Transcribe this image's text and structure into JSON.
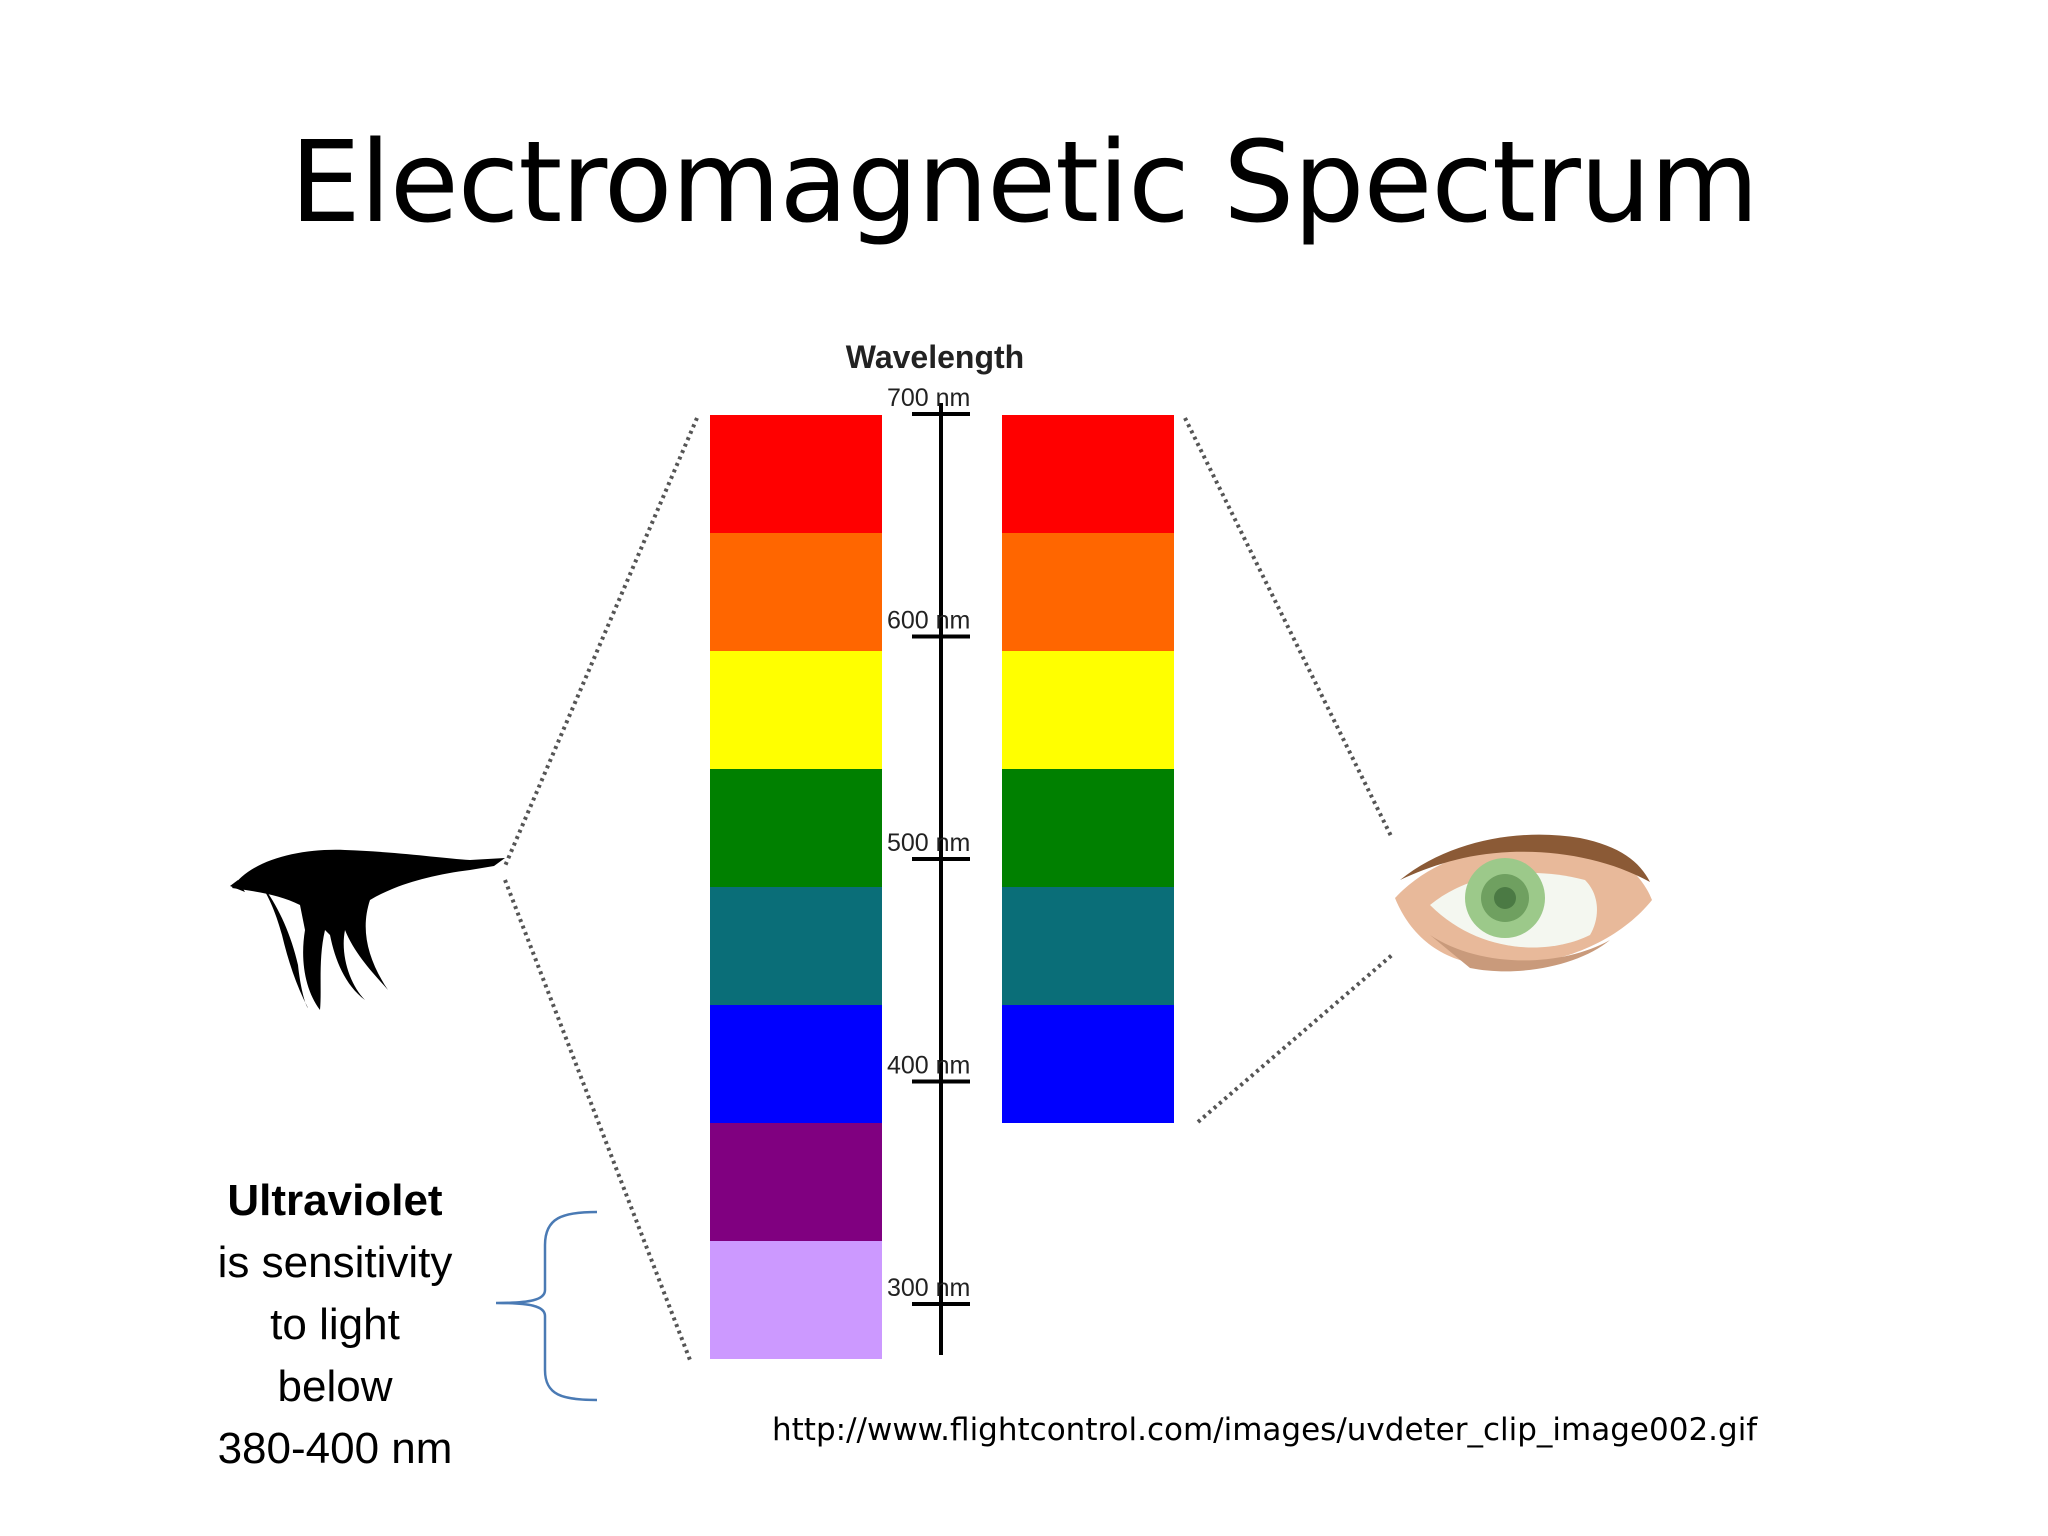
{
  "slide": {
    "title": "Electromagnetic Spectrum",
    "source_url": "http://www.flightcontrol.com/images/uvdeter_clip_image002.gif"
  },
  "diagram": {
    "axis_label": "Wavelength",
    "ticks": [
      {
        "value": 700,
        "label": "700 nm"
      },
      {
        "value": 600,
        "label": "600 nm"
      },
      {
        "value": 500,
        "label": "500 nm"
      },
      {
        "value": 400,
        "label": "400 nm"
      },
      {
        "value": 300,
        "label": "300 nm"
      }
    ],
    "axis_max_nm": 700,
    "axis_min_nm": 290,
    "bird_spectrum_colors": [
      "#ff0000",
      "#ff6600",
      "#ffff00",
      "#008000",
      "#0a6e78",
      "#0000ff",
      "#800080",
      "#cc99ff"
    ],
    "human_spectrum_colors": [
      "#ff0000",
      "#ff6600",
      "#ffff00",
      "#008000",
      "#0a6e78",
      "#0000ff"
    ],
    "left_creature_icon": "goose-icon",
    "right_creature_icon": "eye-icon"
  },
  "caption": {
    "heading": "Ultraviolet",
    "lines": [
      "is sensitivity",
      "to light",
      "below",
      "380-400 nm"
    ]
  }
}
